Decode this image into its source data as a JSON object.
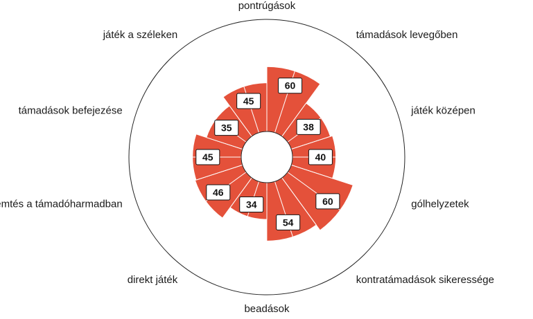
{
  "chart_data": {
    "type": "polar-bar",
    "title": "",
    "max_value": 100,
    "bar_color": "#E4513A",
    "categories": [
      "támadások levegőben",
      "játék középen",
      "gólhelyzetek",
      "kontratámadások sikeressége",
      "beadások",
      "direkt játék",
      "helyzeteremtés a támadóharmadban",
      "támadások befejezése",
      "játék a széleken",
      "pontrúgások"
    ],
    "values": [
      60,
      38,
      40,
      60,
      54,
      34,
      46,
      45,
      35,
      45
    ]
  }
}
